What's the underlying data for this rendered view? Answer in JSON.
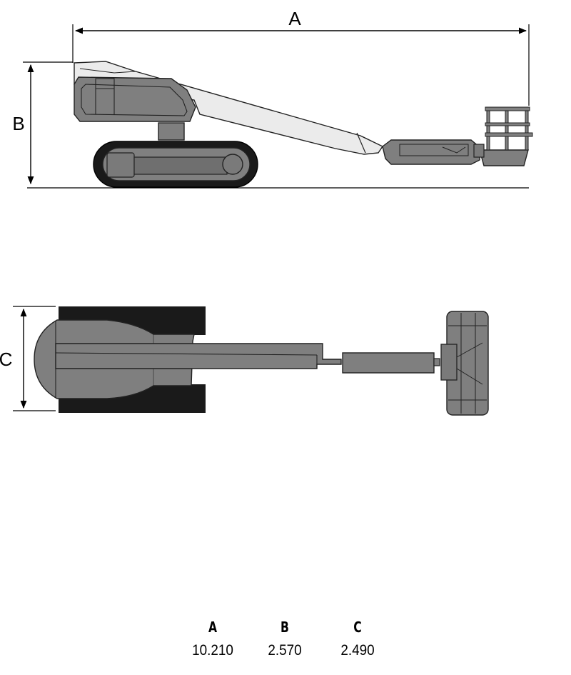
{
  "side_view": {
    "dimension_a_label": "A",
    "dimension_b_label": "B"
  },
  "top_view": {
    "dimension_c_label": "C"
  },
  "dimensions_table": {
    "columns": [
      {
        "label": "A",
        "value": "10.210"
      },
      {
        "label": "B",
        "value": "2.570"
      },
      {
        "label": "C",
        "value": "2.490"
      }
    ]
  },
  "colors": {
    "body_gray": "#808080",
    "boom_light": "#e8e8e8",
    "track_black": "#1a1a1a",
    "outline": "#222222"
  }
}
